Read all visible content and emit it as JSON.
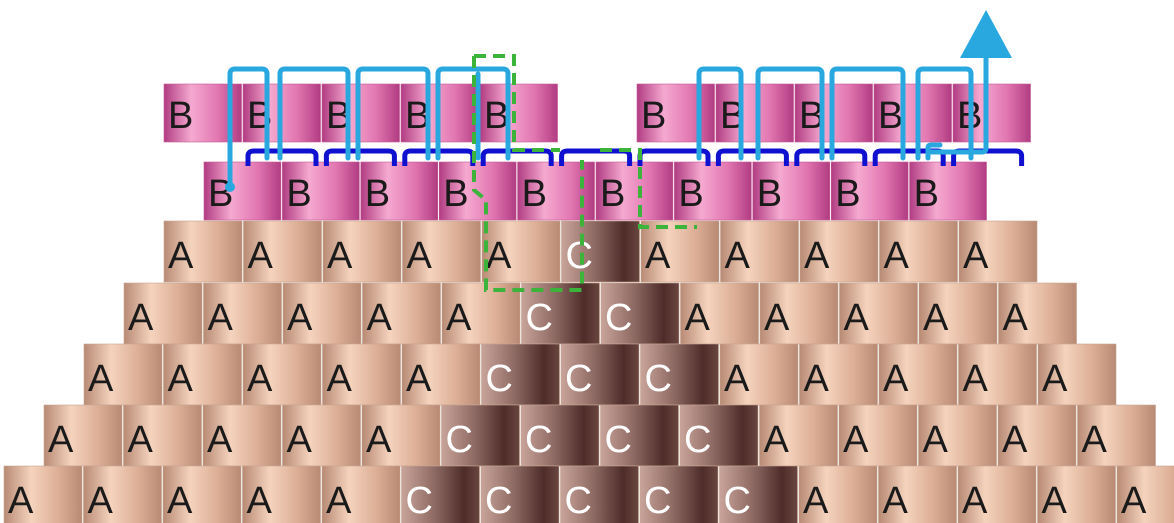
{
  "diagram": {
    "bead_rows": [
      {
        "row": "B-top-left",
        "type": "B",
        "labels": [
          "B",
          "B",
          "B",
          "B",
          "B"
        ]
      },
      {
        "row": "B-top-right",
        "type": "B",
        "labels": [
          "B",
          "B",
          "B",
          "B",
          "B"
        ]
      },
      {
        "row": "B-second",
        "type": "B",
        "labels": [
          "B",
          "B",
          "B",
          "B",
          "B",
          "B",
          "B",
          "B",
          "B",
          "B"
        ]
      },
      {
        "row": "row-3",
        "labels": [
          "A",
          "A",
          "A",
          "A",
          "A",
          "C",
          "A",
          "A",
          "A",
          "A",
          "A"
        ]
      },
      {
        "row": "row-4",
        "labels": [
          "A",
          "A",
          "A",
          "A",
          "A",
          "C",
          "C",
          "A",
          "A",
          "A",
          "A",
          "A"
        ]
      },
      {
        "row": "row-5",
        "labels": [
          "A",
          "A",
          "A",
          "A",
          "A",
          "C",
          "C",
          "C",
          "A",
          "A",
          "A",
          "A",
          "A"
        ]
      },
      {
        "row": "row-6",
        "labels": [
          "A",
          "A",
          "A",
          "A",
          "A",
          "C",
          "C",
          "C",
          "C",
          "A",
          "A",
          "A",
          "A",
          "A"
        ]
      },
      {
        "row": "row-7",
        "labels": [
          "A",
          "A",
          "A",
          "A",
          "A",
          "C",
          "C",
          "C",
          "C",
          "C",
          "A",
          "A",
          "A",
          "A",
          "A"
        ]
      }
    ],
    "colors": {
      "bead_a_light": "#f5d3bd",
      "bead_a_mid": "#dcae95",
      "bead_a_dark": "#b88a74",
      "bead_b_light": "#f5a9d0",
      "bead_b_mid": "#e176b1",
      "bead_b_dark": "#b13c82",
      "bead_c_light": "#c9a49a",
      "bead_c_mid": "#8a6660",
      "bead_c_dark": "#4e2c29",
      "label_dark": "#1a1a1a",
      "label_light": "#ffffff",
      "thread_path": "#29a8e0",
      "thread_stitch": "#1010d0",
      "dashed_outline": "#3cb43c"
    },
    "annotations": {
      "thread_path": "light-blue serpentine thread path with start dot and arrow head",
      "stitch_loops": "dark-blue stitch loops between B rows",
      "dashed_outline": "green dashed outline marking decrease area"
    }
  }
}
